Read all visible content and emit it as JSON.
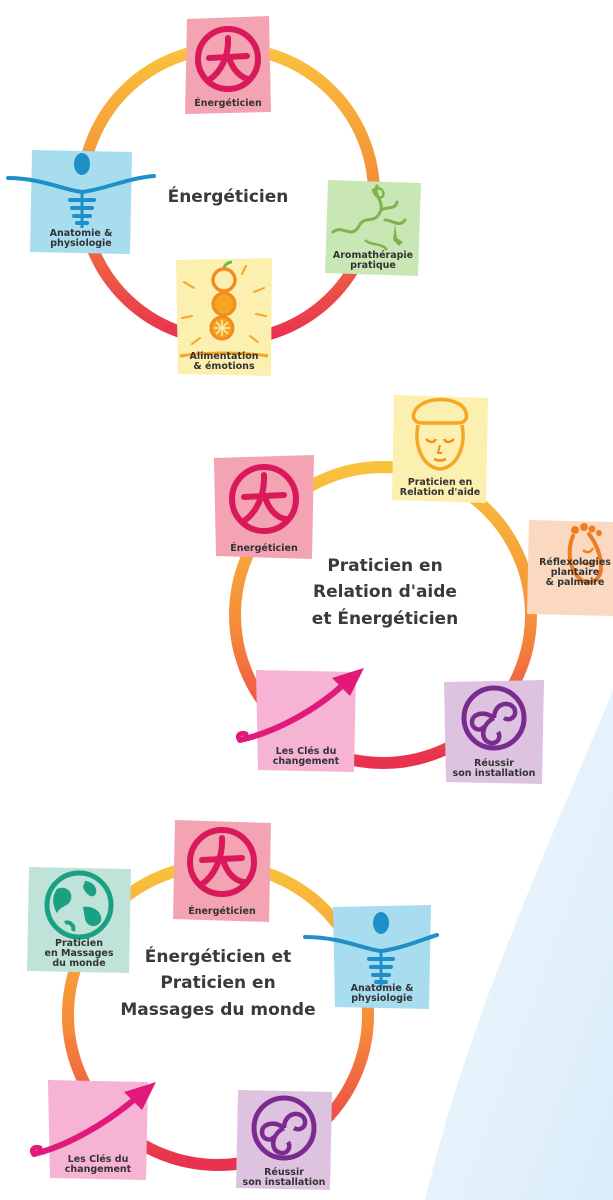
{
  "colors": {
    "ring_yellow": "#f9c23c",
    "ring_orange": "#f58a3a",
    "ring_red": "#e8304f",
    "ring_magenta": "#d9195a",
    "card_pink": "#f3a3b2",
    "card_blue": "#a8dcef",
    "card_green": "#c9e6b5",
    "card_cream": "#fbf0b0",
    "card_peach": "#fbd9c0",
    "card_lavender": "#ddc3e0",
    "card_rose": "#f6b3d4",
    "card_teal": "#bfe3d8",
    "swoosh": "#e6f2fb"
  },
  "diagrams": [
    {
      "title": [
        "Énergéticien"
      ],
      "nodes": [
        {
          "icon": "da-character-icon",
          "label": [
            "Énergéticien"
          ]
        },
        {
          "icon": "aromatherapy-plant-icon",
          "label": [
            "Aromathérapie",
            "pratique"
          ]
        },
        {
          "icon": "apple-stack-icon",
          "label": [
            "Alimentation",
            "& émotions"
          ]
        },
        {
          "icon": "body-spine-icon",
          "label": [
            "Anatomie &",
            "physiologie"
          ]
        }
      ]
    },
    {
      "title": [
        "Praticien en",
        "Relation d'aide",
        "et Énergéticien"
      ],
      "nodes": [
        {
          "icon": "relaxed-face-icon",
          "label": [
            "Praticien en",
            "Relation d'aide"
          ]
        },
        {
          "icon": "foot-reflexology-icon",
          "label": [
            "Réflexologies",
            "plantaire",
            "& palmaire"
          ]
        },
        {
          "icon": "triskelion-icon",
          "label": [
            "Réussir",
            "son installation"
          ]
        },
        {
          "icon": "swoosh-arrow-icon",
          "label": [
            "Les Clés du",
            "changement"
          ]
        },
        {
          "icon": "da-character-icon",
          "label": [
            "Énergéticien"
          ]
        }
      ]
    },
    {
      "title": [
        "Énergéticien et",
        "Praticien en",
        "Massages du monde"
      ],
      "nodes": [
        {
          "icon": "da-character-icon",
          "label": [
            "Énergéticien"
          ]
        },
        {
          "icon": "body-spine-icon",
          "label": [
            "Anatomie &",
            "physiologie"
          ]
        },
        {
          "icon": "triskelion-icon",
          "label": [
            "Réussir",
            "son installation"
          ]
        },
        {
          "icon": "swoosh-arrow-icon",
          "label": [
            "Les Clés du",
            "changement"
          ]
        },
        {
          "icon": "globe-icon",
          "label": [
            "Praticien",
            "en Massages",
            "du monde"
          ]
        }
      ]
    }
  ]
}
